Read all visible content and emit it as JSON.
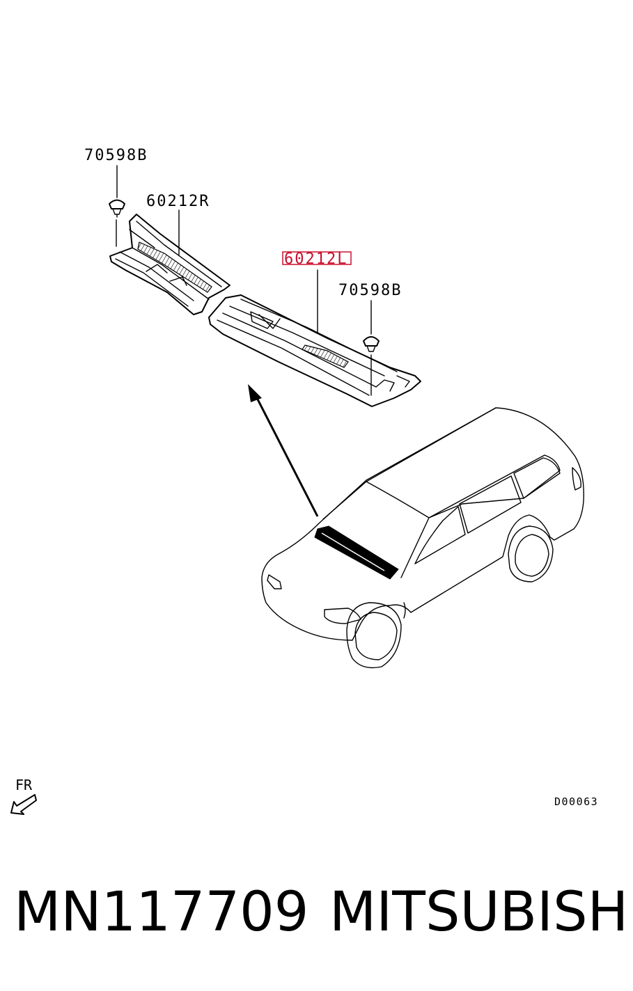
{
  "callouts": {
    "clip_left": "70598B",
    "panel_right": "60212R",
    "panel_left": "60212L",
    "clip_right": "70598B"
  },
  "orientation_label": "FR",
  "diagram_code": "D00063",
  "caption": {
    "part_number": "MN117709",
    "brand": "MITSUBISHI"
  },
  "colors": {
    "highlight": "#c8102e",
    "ink": "#000000"
  }
}
